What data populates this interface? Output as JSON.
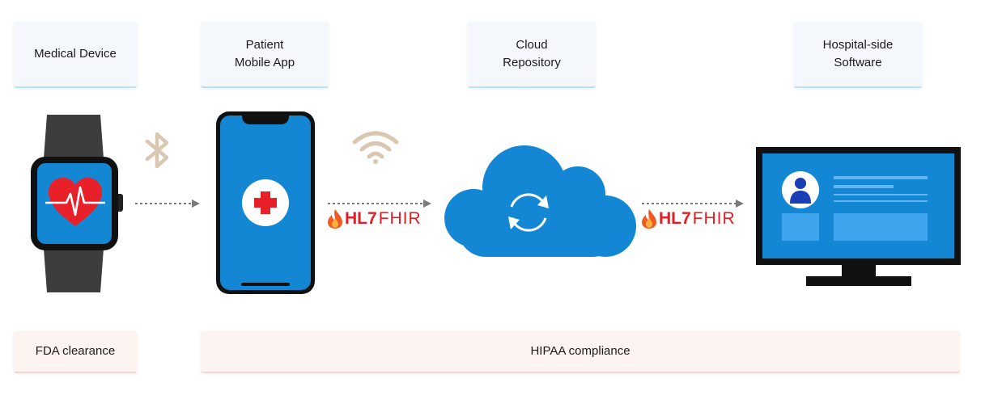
{
  "cards": {
    "medical_device": "Medical Device",
    "patient_app": "Patient\nMobile App",
    "cloud_repo": "Cloud\nRepository",
    "hospital_software": "Hospital-side\nSoftware",
    "fda": "FDA clearance",
    "hipaa": "HIPAA compliance"
  },
  "standards": [
    {
      "hl": "HL7",
      "fhir": "FHIR"
    },
    {
      "hl": "HL7",
      "fhir": "FHIR"
    }
  ],
  "icons": {
    "bluetooth": "bluetooth-icon",
    "wifi": "wifi-icon",
    "sync": "sync-icon",
    "medical_cross": "medical-cross-icon",
    "heart": "heart-icon",
    "user": "user-icon"
  },
  "colors": {
    "device_blue": "#1487d4",
    "dark": "#111111",
    "strap": "#3d3d3d",
    "heart_red": "#e8202a",
    "connector_tan": "#d9c7b0",
    "arrow_gray": "#7a7a7a",
    "card_blue_bg": "#f4f8fd",
    "card_pink_bg": "#fdf3f1"
  }
}
